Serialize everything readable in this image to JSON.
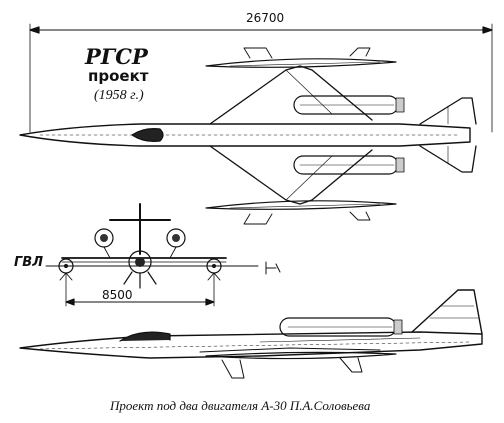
{
  "title": {
    "main": "РГСР",
    "sub": "проект",
    "year": "(1958 г.)"
  },
  "dimensions": {
    "overall_length": "26700",
    "wingspan": "8500"
  },
  "labels": {
    "horizontal_reference": "ГВЛ"
  },
  "caption": "Проект  под два двигателя А-30 П.А.Соловьева"
}
